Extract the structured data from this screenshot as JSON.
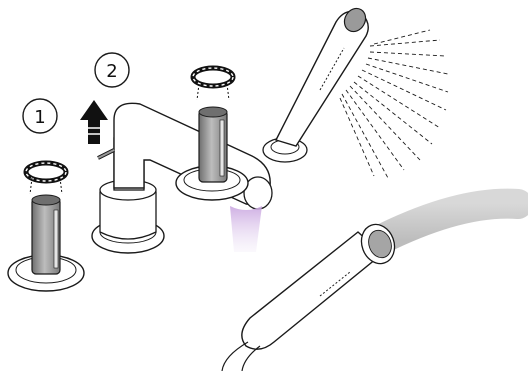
{
  "steps": [
    {
      "number": "1",
      "meaning": "control-handle"
    },
    {
      "number": "2",
      "meaning": "diverter-pull"
    }
  ],
  "colors": {
    "line": "#1a1a1a",
    "metal_dark": "#8f8f8f",
    "metal_mid": "#b9b9b9",
    "hose_gray": "#cfcfcf",
    "water_glow": "#c9a6e0",
    "arrow": "#111111"
  },
  "icons": [
    "rotation-arrow-icon",
    "pull-up-arrow-icon",
    "water-spray-icon"
  ]
}
